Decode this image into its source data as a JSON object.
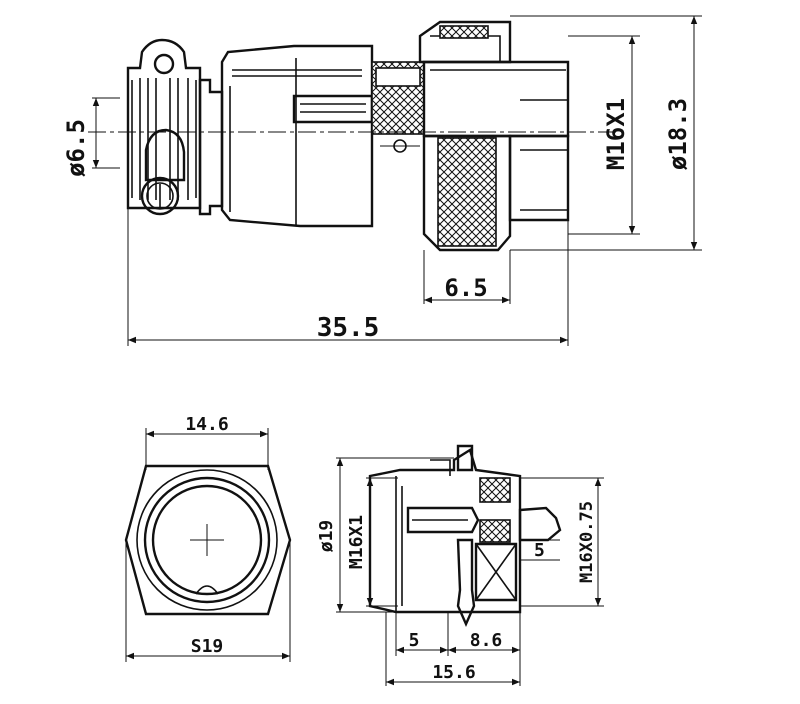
{
  "side_view": {
    "dim_diameter_cable": "ø6.5",
    "dim_thread": "M16X1",
    "dim_diameter_body": "ø18.3",
    "dim_nut_width": "6.5",
    "dim_total_length": "35.5"
  },
  "front_view": {
    "dim_flat_width": "14.6",
    "dim_hex": "S19"
  },
  "socket_view": {
    "dim_diameter": "ø19",
    "dim_thread_left": "M16X1",
    "dim_thread_right": "M16X0.75",
    "dim_pin": "5",
    "dim_left_5": "5",
    "dim_8_6": "8.6",
    "dim_total": "15.6"
  }
}
